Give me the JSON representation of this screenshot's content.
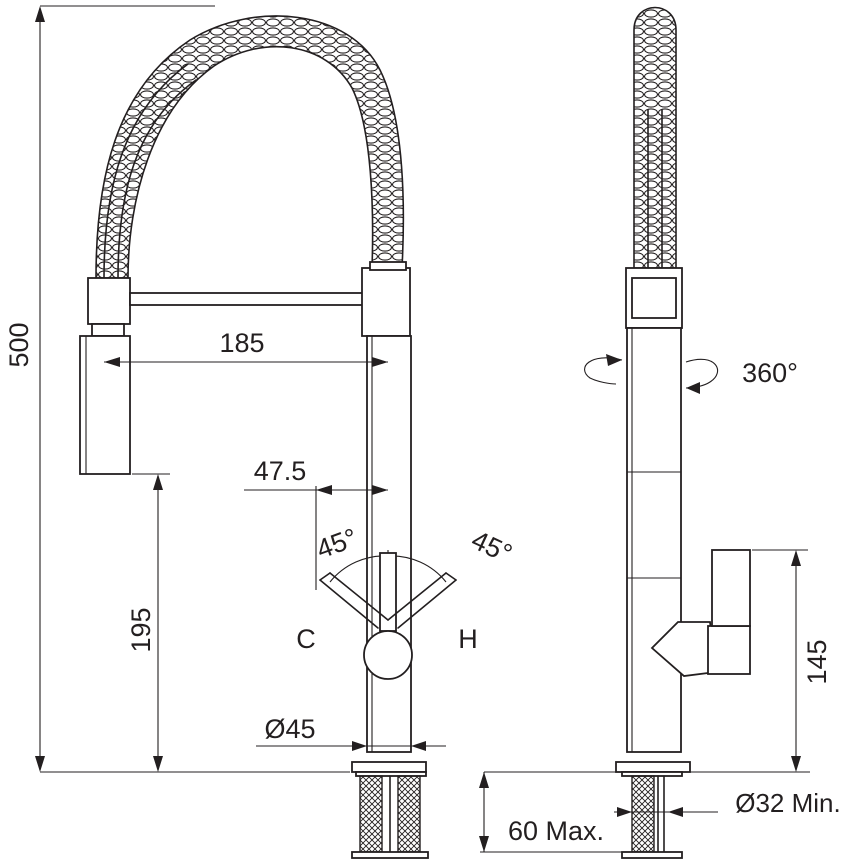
{
  "dimensions": {
    "height_total": "500",
    "spout_reach": "185",
    "spout_height": "195",
    "handle_offset": "47.5",
    "angle_cold": "45°",
    "angle_hot": "45°",
    "cold_label": "C",
    "hot_label": "H",
    "base_diameter": "Ø45",
    "swivel": "360°",
    "handle_height": "145",
    "hole_diameter": "Ø32 Min.",
    "deck_thickness": "60 Max."
  }
}
